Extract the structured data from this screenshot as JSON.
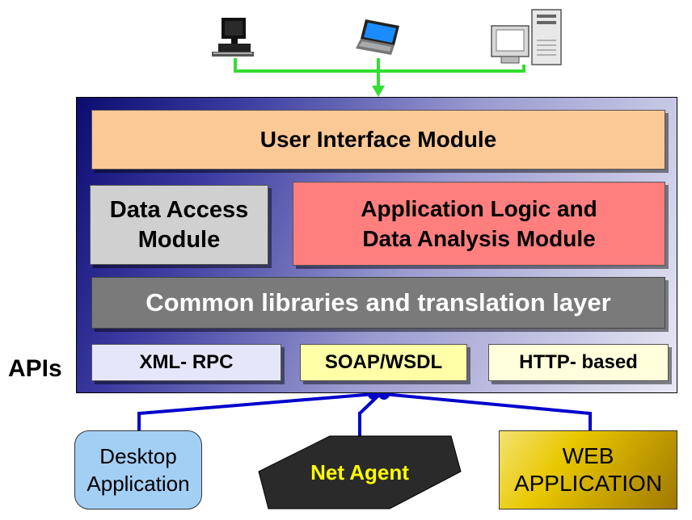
{
  "modules": {
    "ui": "User Interface Module",
    "data_access_line1": "Data Access",
    "data_access_line2": "Module",
    "app_logic_line1": "Application Logic and",
    "app_logic_line2": "Data Analysis Module",
    "common": "Common libraries and translation layer"
  },
  "apis": {
    "label": "APIs",
    "items": [
      "XML- RPC",
      "SOAP/WSDL",
      "HTTP- based"
    ]
  },
  "clients": {
    "desktop_line1": "Desktop",
    "desktop_line2": "Application",
    "net_agent": "Net Agent",
    "web_line1": "WEB",
    "web_line2": "APPLICATION"
  },
  "devices": [
    "desktop-computer-icon",
    "laptop-icon",
    "tower-workstation-icon"
  ],
  "colors": {
    "frame_dark": "#0b0b70",
    "frame_light": "#e8e8f4",
    "ui_module": "#fbc996",
    "data_access": "#d0d0d0",
    "app_logic": "#ff7f7f",
    "common_layer": "#7a7a7a",
    "xml_rpc": "#e6e6fa",
    "soap": "#ffffa8",
    "http": "#ffffdc",
    "desktop_app": "#a4cff5",
    "net_agent": "#2a2a2a",
    "net_agent_text": "#ffff00",
    "web_app": "#e0c000",
    "connector_green": "#33dd33",
    "connector_blue": "#0000cc"
  }
}
